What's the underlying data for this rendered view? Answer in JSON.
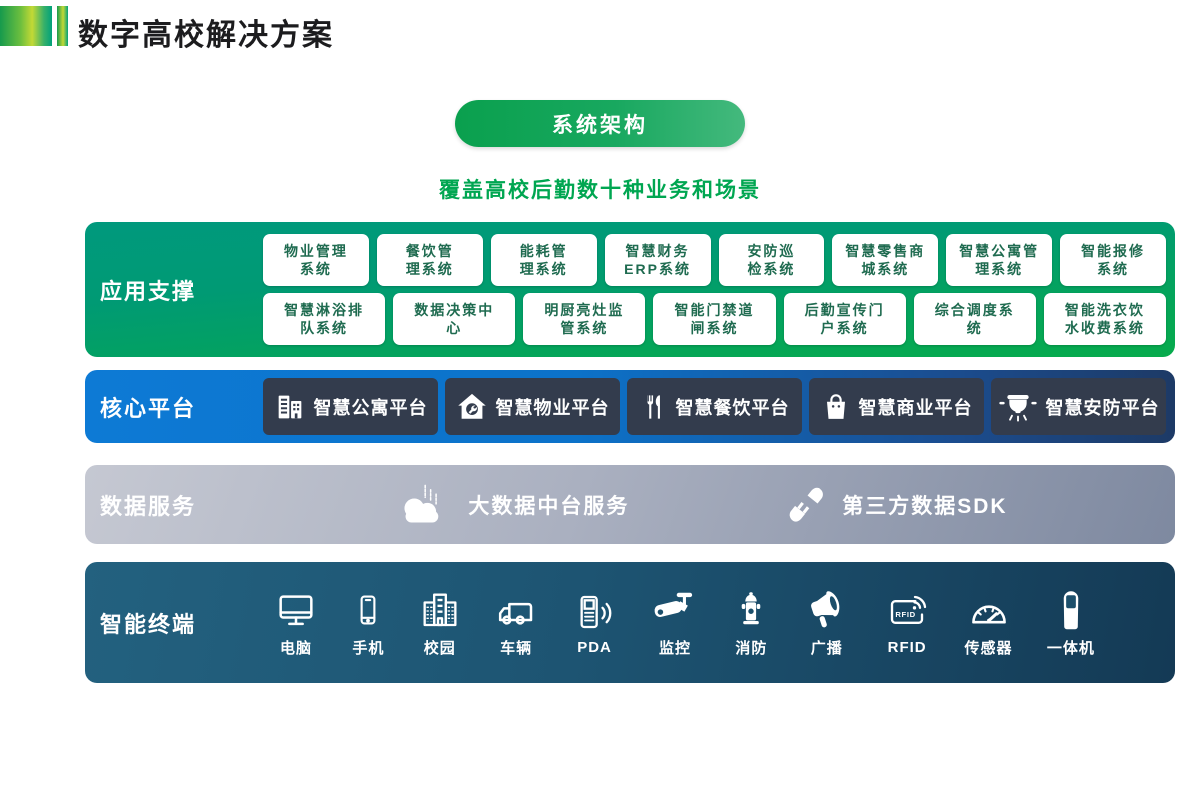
{
  "header": {
    "title": "数字高校解决方案"
  },
  "hero": {
    "pill_label": "系统架构",
    "subtitle": "覆盖高校后勤数十种业务和场景"
  },
  "colors": {
    "brand_green": "#00a651",
    "band_app_top": "#00997d",
    "band_app_bottom": "#07ab4c",
    "band_core_left": "#0d7ad5",
    "band_core_right": "#1d3a66",
    "band_data_left": "#c5c8d2",
    "band_data_right": "#7e89a0",
    "band_term_left": "#23617f",
    "band_term_right": "#143a55",
    "card_dark": "#333c4d",
    "sysbox_text": "#1f6b50"
  },
  "app_support": {
    "label": "应用支撑",
    "row1": [
      "物业管理\n系统",
      "餐饮管\n理系统",
      "能耗管\n理系统",
      "智慧财务\nERP系统",
      "安防巡\n检系统",
      "智慧零售商\n城系统",
      "智慧公寓管\n理系统",
      "智能报修\n系统"
    ],
    "row2": [
      "智慧淋浴排\n队系统",
      "数据决策中\n心",
      "明厨亮灶监\n管系统",
      "智能门禁道\n闸系统",
      "后勤宣传门\n户系统",
      "综合调度系\n统",
      "智能洗衣饮\n水收费系统"
    ]
  },
  "core_platform": {
    "label": "核心平台",
    "items": [
      {
        "label": "智慧公寓平台",
        "icon": "apartment-icon"
      },
      {
        "label": "智慧物业平台",
        "icon": "house-wrench-icon"
      },
      {
        "label": "智慧餐饮平台",
        "icon": "utensils-icon"
      },
      {
        "label": "智慧商业平台",
        "icon": "shopping-bag-icon"
      },
      {
        "label": "智慧安防平台",
        "icon": "dome-camera-icon"
      }
    ]
  },
  "data_service": {
    "label": "数据服务",
    "items": [
      {
        "label": "大数据中台服务",
        "icon": "cloud-data-icon"
      },
      {
        "label": "第三方数据SDK",
        "icon": "plug-icon"
      }
    ]
  },
  "terminals": {
    "label": "智能终端",
    "items": [
      {
        "label": "电脑",
        "icon": "monitor-icon"
      },
      {
        "label": "手机",
        "icon": "phone-icon"
      },
      {
        "label": "校园",
        "icon": "campus-icon"
      },
      {
        "label": "车辆",
        "icon": "truck-icon"
      },
      {
        "label": "PDA",
        "icon": "pda-icon"
      },
      {
        "label": "监控",
        "icon": "cctv-icon"
      },
      {
        "label": "消防",
        "icon": "hydrant-icon"
      },
      {
        "label": "广播",
        "icon": "megaphone-icon"
      },
      {
        "label": "RFID",
        "icon": "rfid-icon"
      },
      {
        "label": "传感器",
        "icon": "gauge-icon"
      },
      {
        "label": "一体机",
        "icon": "kiosk-icon"
      }
    ]
  }
}
